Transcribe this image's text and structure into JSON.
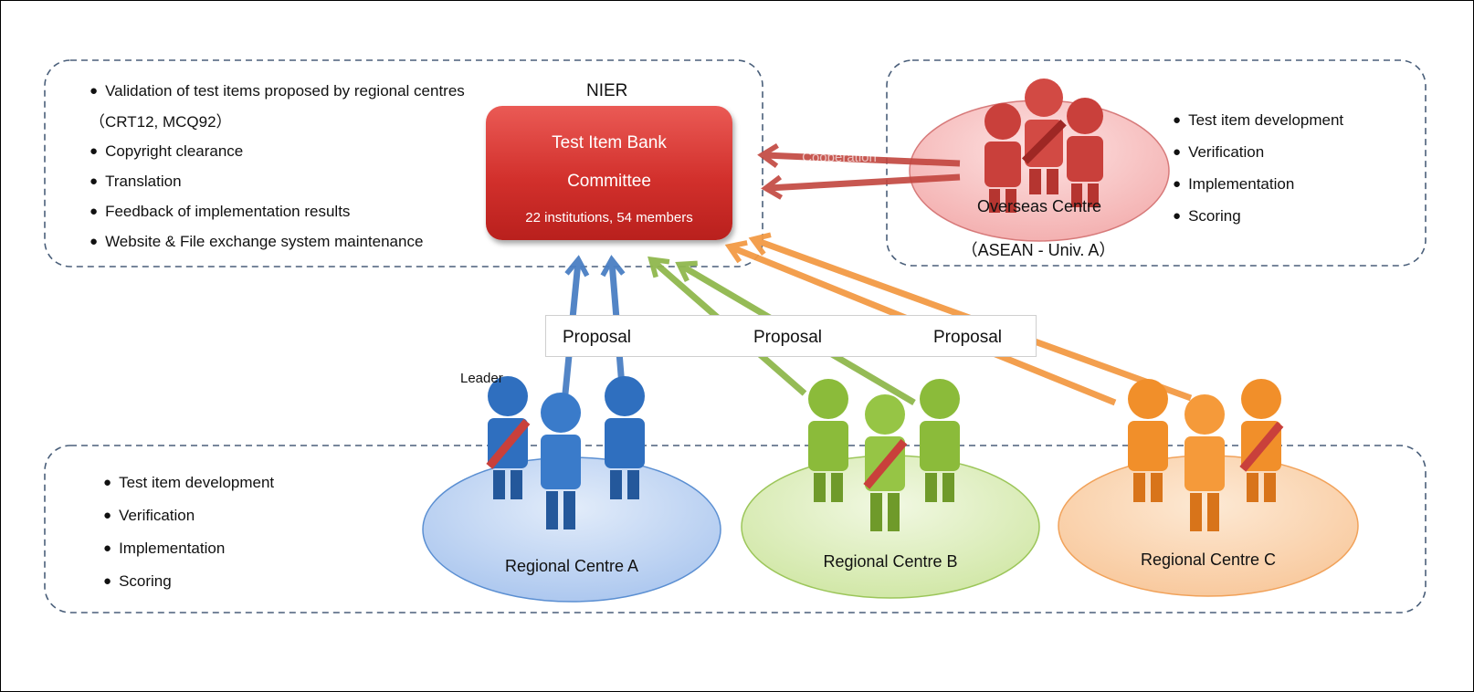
{
  "colors": {
    "nier_red": "#d2302c",
    "blue": "#2f6fbf",
    "green": "#8bbb3a",
    "orange": "#f18f2a",
    "dashed_border": "#4a5f7a"
  },
  "nier": {
    "label": "NIER",
    "line1": "Test Item Bank",
    "line2": "Committee",
    "line3": "22 institutions, 54 members"
  },
  "nier_tasks": [
    "Validation of test items proposed by regional centres（CRT12, MCQ92）",
    "Copyright clearance",
    "Translation",
    "Feedback of implementation results",
    "Website & File exchange system maintenance"
  ],
  "overseas": {
    "name": "Overseas Centre",
    "sub": "（ASEAN - Univ. A）",
    "arrow_label": "Cooperation",
    "tasks": [
      "Test item development",
      "Verification",
      "Implementation",
      "Scoring"
    ]
  },
  "proposals": [
    "Proposal",
    "Proposal",
    "Proposal"
  ],
  "leader_label": "Leader",
  "regional_tasks": [
    "Test item development",
    "Verification",
    "Implementation",
    "Scoring"
  ],
  "regional_centres": [
    {
      "name": "Regional Centre A",
      "color": "blue"
    },
    {
      "name": "Regional Centre B",
      "color": "green"
    },
    {
      "name": "Regional Centre C",
      "color": "orange"
    }
  ]
}
